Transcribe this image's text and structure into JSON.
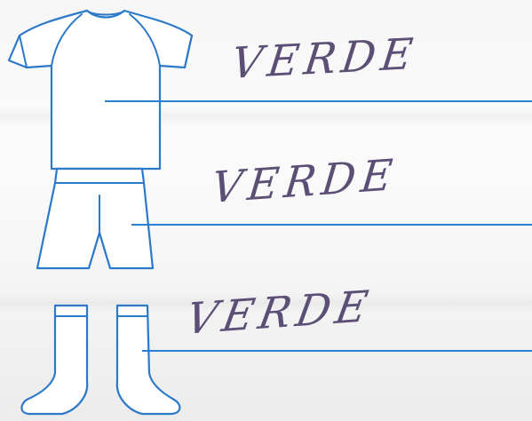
{
  "worksheet": {
    "items": [
      {
        "garment": "shirt-icon",
        "answer": "VERDE"
      },
      {
        "garment": "shorts-icon",
        "answer": "VERDE"
      },
      {
        "garment": "socks-icon",
        "answer": "VERDE"
      }
    ]
  },
  "colors": {
    "outline": "#2b79c8",
    "answer_line": "#2b7fd0",
    "ink": "#5b4f76"
  }
}
